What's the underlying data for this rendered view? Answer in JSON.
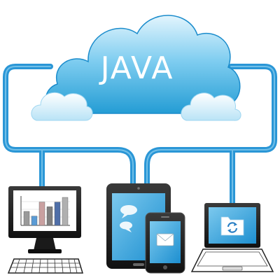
{
  "cloud": {
    "label": "JAVA",
    "fill_top": "#dff3fc",
    "fill_bottom": "#2aa4d6"
  },
  "network": {
    "line_color": "#2a96d6",
    "line_highlight": "#8ed0f0"
  },
  "devices": [
    {
      "name": "desktop-computer",
      "screen_content": "bar-chart"
    },
    {
      "name": "tablet",
      "screen_content": "chat-bubbles"
    },
    {
      "name": "smartphone",
      "screen_content": "envelope"
    },
    {
      "name": "laptop",
      "screen_content": "sync-folder"
    }
  ],
  "chart_icon": {
    "values": [
      3,
      2,
      5,
      4,
      5,
      6
    ]
  }
}
